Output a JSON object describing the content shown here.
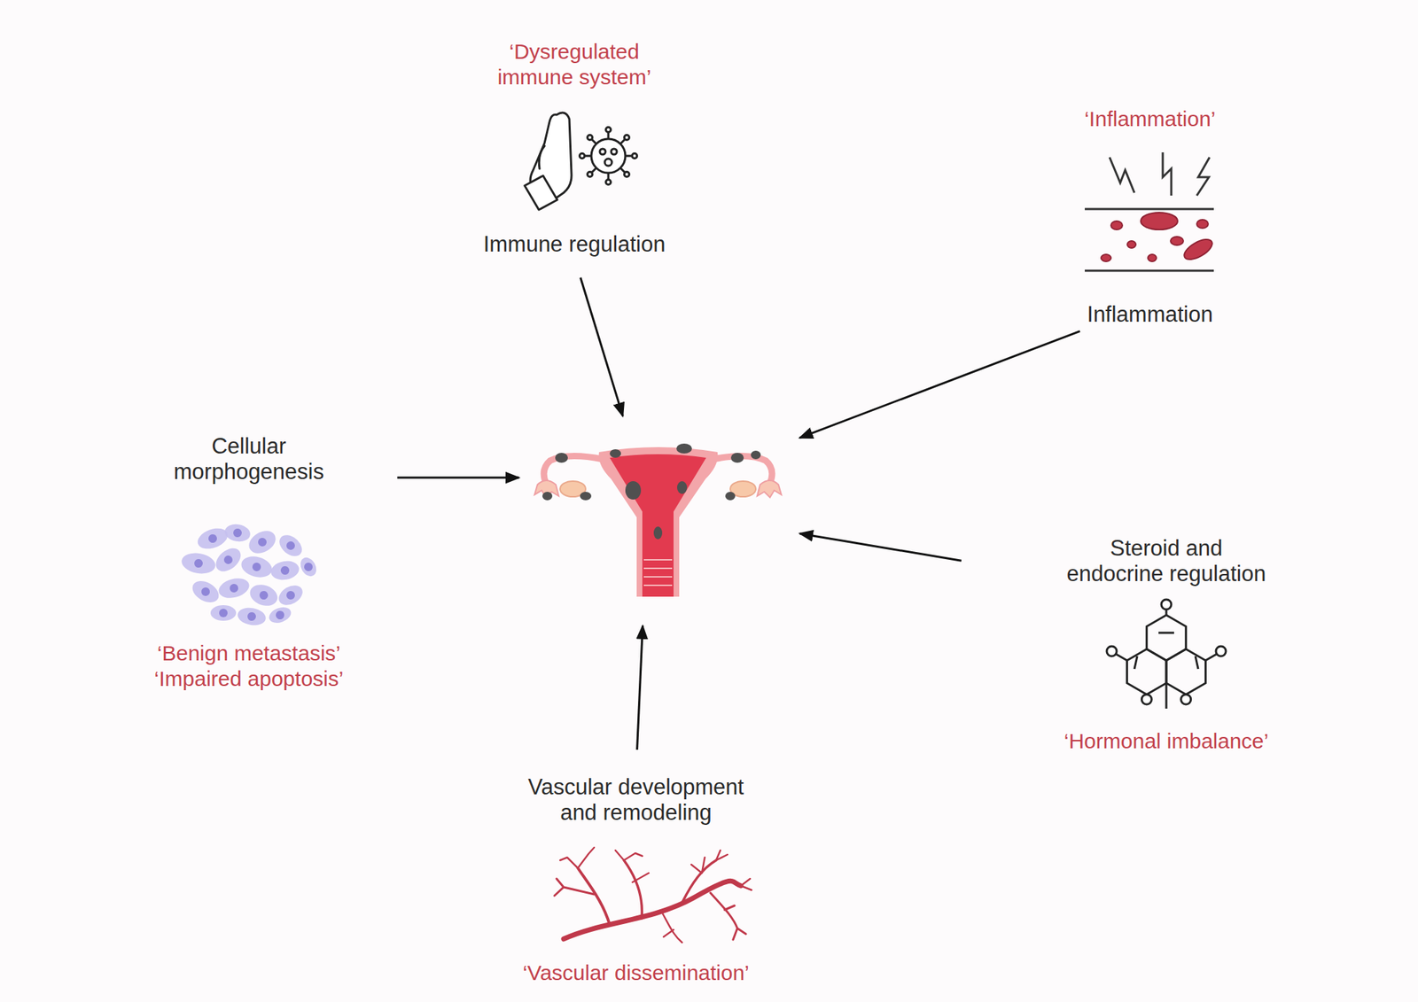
{
  "diagram": {
    "nodes": [
      {
        "text": [
          "‘Dysregulated immune system’",
          "Immune regulation"
        ]
      },
      {
        "text": [
          "‘Inflammation’",
          "Inflammation"
        ]
      },
      {
        "text": [
          "Cellular morphogenesis",
          "‘Benign metastasis’",
          "‘Impaired apoptosis’"
        ]
      },
      {
        "text": []
      },
      {
        "text": [
          "Steroid and endocrine regulation",
          "‘Hormonal imbalance’"
        ]
      },
      {
        "text": [
          "Vascular development and remodeling",
          "‘Vascular dissemination’"
        ]
      }
    ],
    "edges": [
      {
        "from": 0,
        "to": 3,
        "arrow": "to"
      },
      {
        "from": 1,
        "to": 3,
        "arrow": "to"
      },
      {
        "from": 2,
        "to": 3,
        "arrow": "to"
      },
      {
        "from": 4,
        "to": 3,
        "arrow": "to"
      },
      {
        "from": 5,
        "to": 3,
        "arrow": "to"
      }
    ]
  }
}
